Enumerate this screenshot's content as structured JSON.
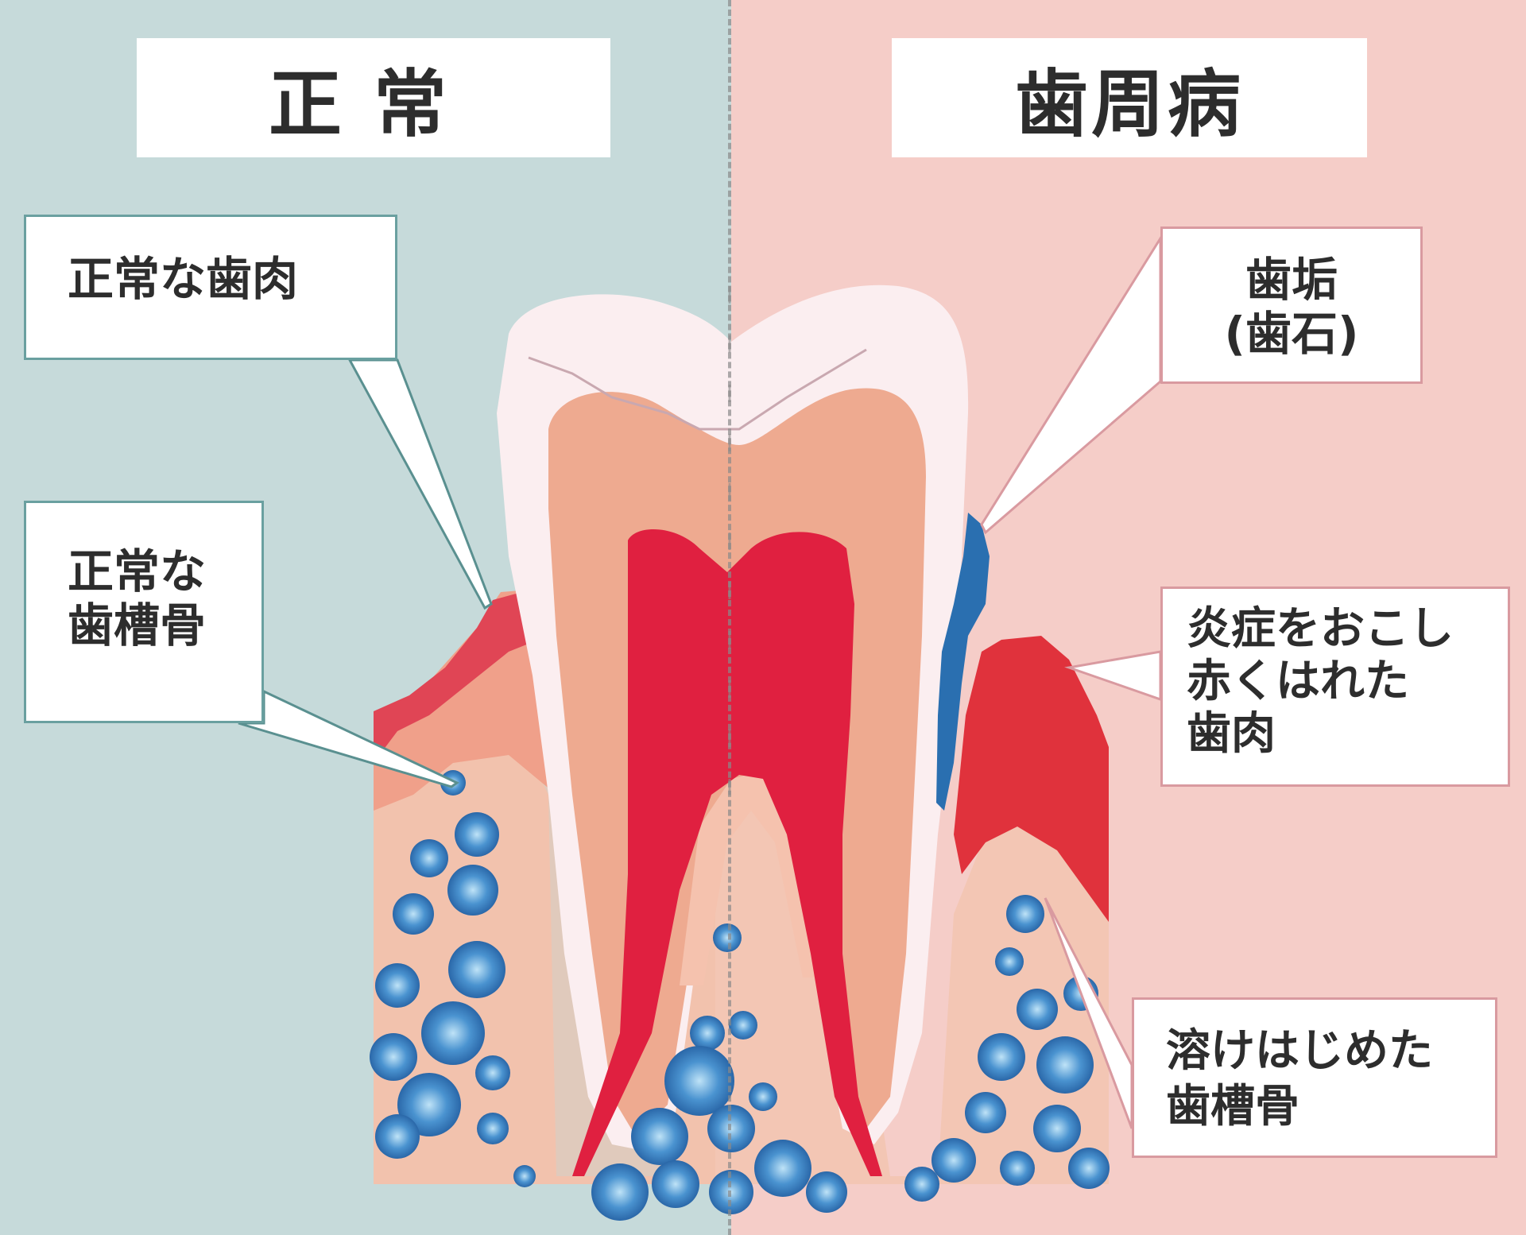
{
  "headers": {
    "normal": "正常",
    "disease": "歯周病"
  },
  "labels": {
    "normal_gum": "正常な歯肉",
    "normal_bone": "正常な\n歯槽骨",
    "plaque": "歯垢\n(歯石)",
    "inflamed_gum": "炎症をおこし\n赤くはれた\n歯肉",
    "melting_bone": "溶けはじめた\n歯槽骨"
  },
  "colors": {
    "background_normal": "#c6dada",
    "background_disease": "#f5cdc8",
    "enamel": "#fbeef0",
    "dentin": "#eeaa90",
    "pulp": "#e02040",
    "gum_healthy": "#e04555",
    "gum_inflamed": "#e0323c",
    "tartar": "#2a6fb0",
    "bone": "#f3c6b4",
    "bone_cells": "#3d86c8"
  }
}
